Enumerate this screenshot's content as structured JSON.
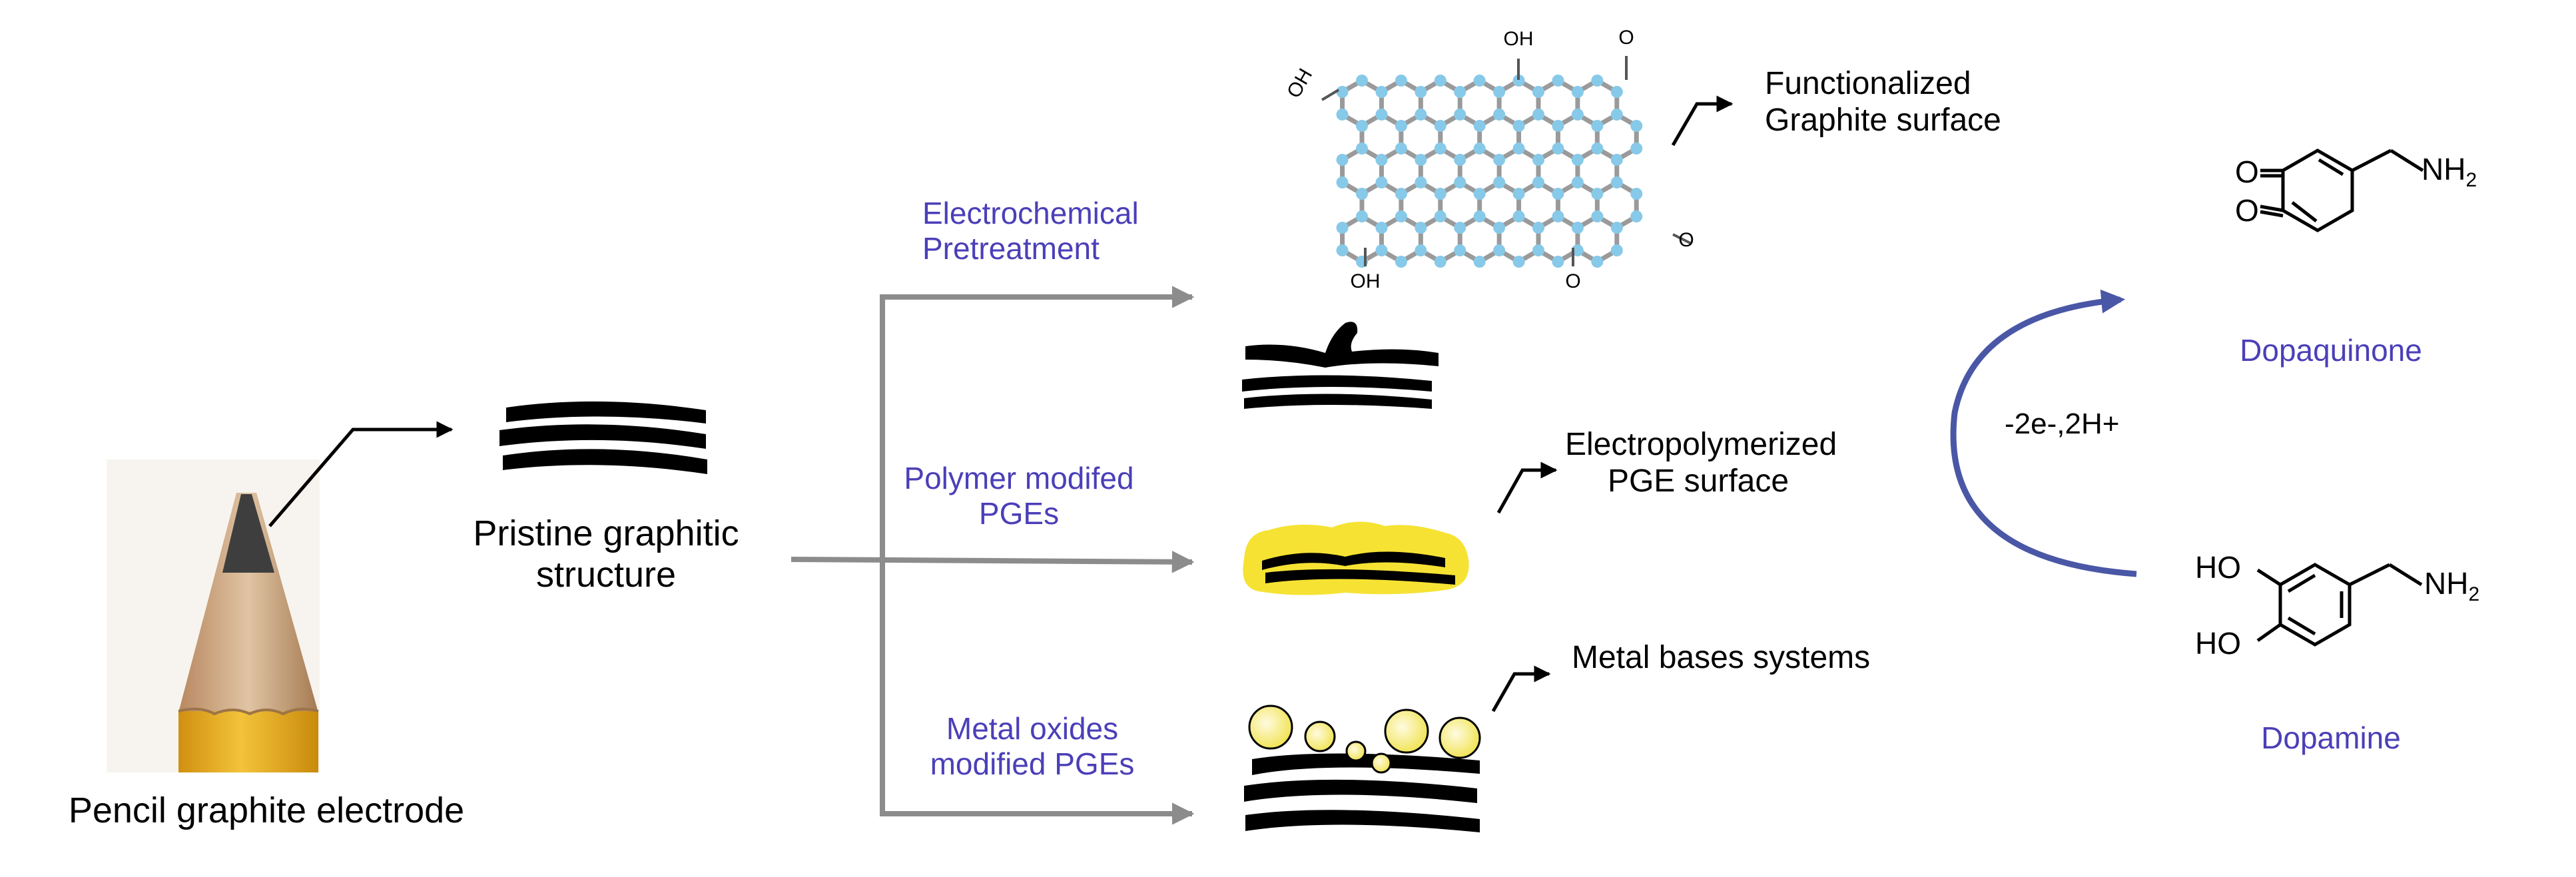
{
  "colors": {
    "arrow_gray": "#8c8c8c",
    "text_blue": "#4b3fb8",
    "curved_arrow": "#4a57a6",
    "graphene_node": "#87c9e8",
    "graphene_bond": "#9a9a9a",
    "polymer_yellow": "#f6e233",
    "particle_yellow": "#f8f07a",
    "pencil_yellow": "#e8ae1c"
  },
  "pencil": {
    "label": "Pencil graphite electrode",
    "icon": "pencil-icon"
  },
  "pristine": {
    "line1": "Pristine graphitic",
    "line2": "structure",
    "icon": "graphite-layers-icon"
  },
  "branches": [
    {
      "line1": "Electrochemical",
      "line2": "Pretreatment"
    },
    {
      "line1": "Polymer modifed",
      "line2": "PGEs"
    },
    {
      "line1": "Metal oxides",
      "line2": "modified PGEs"
    }
  ],
  "results": [
    {
      "line1": "Functionalized",
      "line2": "Graphite surface"
    },
    {
      "line1": "Electropolymerized",
      "line2": "PGE surface"
    },
    {
      "line1": "Metal bases systems"
    }
  ],
  "graphene": {
    "oh_top": "OH",
    "oh_left": "OH",
    "oh_bottom": "OH",
    "o_top": "O",
    "o_right": "O",
    "o_bottom": "O",
    "icon": "graphene-sheet-icon"
  },
  "reaction": {
    "arrow_label": "-2e-,2H+",
    "product_name": "Dopaquinone",
    "reactant_name": "Dopamine",
    "nh2": "NH",
    "sub2": "2",
    "o": "O",
    "ho": "HO"
  }
}
